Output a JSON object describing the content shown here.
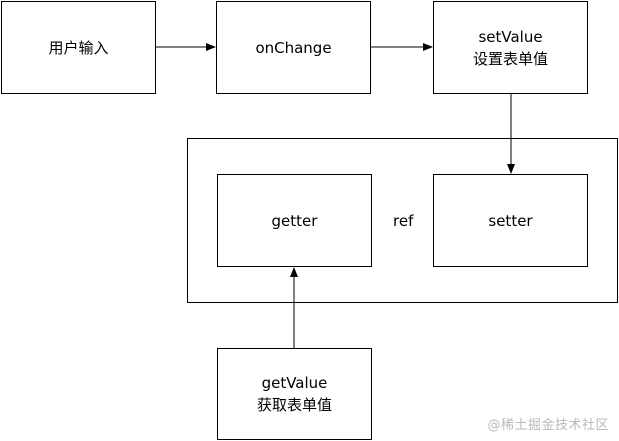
{
  "nodes": {
    "user_input": {
      "lines": [
        "用户输入"
      ]
    },
    "on_change": {
      "lines": [
        "onChange"
      ]
    },
    "set_value": {
      "lines": [
        "setValue",
        "设置表单值"
      ]
    },
    "getter": {
      "lines": [
        "getter"
      ]
    },
    "setter": {
      "lines": [
        "setter"
      ]
    },
    "get_value": {
      "lines": [
        "getValue",
        "获取表单值"
      ]
    }
  },
  "container": {
    "label": "ref"
  },
  "edges": [
    {
      "from": "user_input",
      "to": "on_change"
    },
    {
      "from": "on_change",
      "to": "set_value"
    },
    {
      "from": "set_value",
      "to": "setter"
    },
    {
      "from": "get_value",
      "to": "getter"
    }
  ],
  "watermark": "@稀土掘金技术社区"
}
